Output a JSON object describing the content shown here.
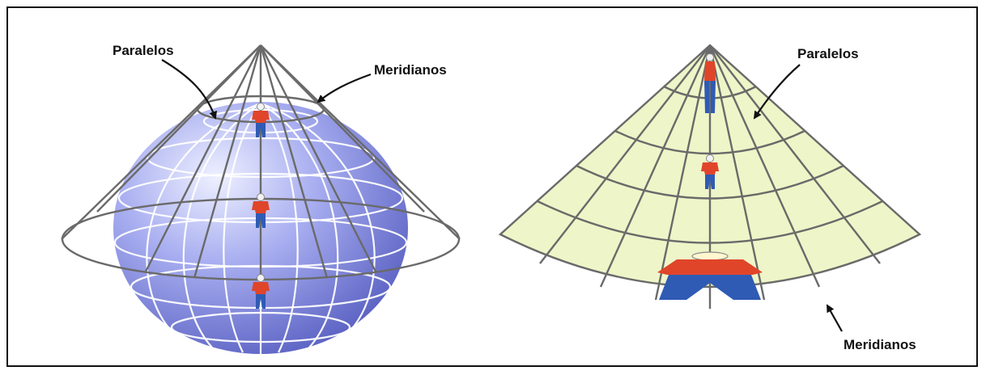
{
  "left_figure": {
    "label_parallels": "Paralelos",
    "label_meridians": "Meridianos"
  },
  "right_figure": {
    "label_parallels": "Paralelos",
    "label_meridians": "Meridianos"
  },
  "colors": {
    "globe": "#8f96de",
    "globe_highlight": "#e9ecff",
    "grid_lines": "#ffffff",
    "cone_lines": "#6a6a6a",
    "map_fill": "#eef5c8",
    "figure_shirt": "#e0452a",
    "figure_pants": "#2f5bb5"
  },
  "icons": [
    "person-figure-icon",
    "arrow-icon"
  ]
}
